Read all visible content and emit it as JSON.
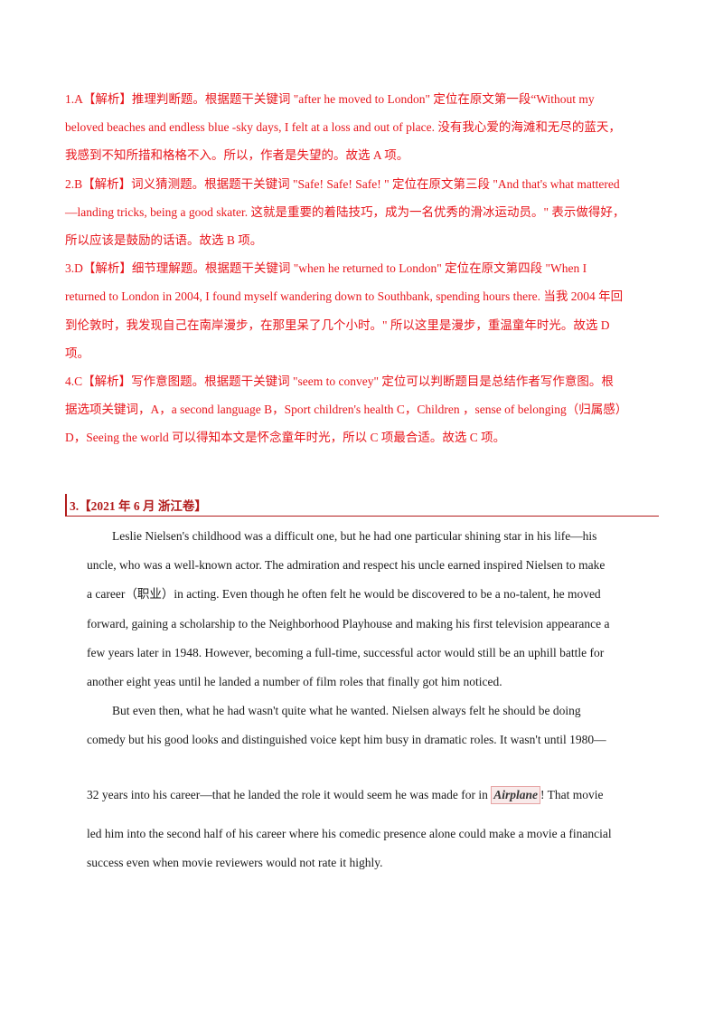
{
  "answers": [
    {
      "lines": [
        "1.A【解析】推理判断题。根据题干关键词 \"after he moved to London\" 定位在原文第一段“Without my",
        "beloved beaches and endless blue -sky days, I felt at a loss and out of place. 没有我心爱的海滩和无尽的蓝天，",
        "我感到不知所措和格格不入。所以，作者是失望的。故选 A 项。"
      ]
    },
    {
      "lines": [
        "2.B【解析】词义猜测题。根据题干关键词 \"Safe! Safe! Safe! \" 定位在原文第三段 \"And that's what mattered",
        "—landing tricks, being a good skater. 这就是重要的着陆技巧，成为一名优秀的滑冰运动员。\" 表示做得好，",
        "所以应该是鼓励的话语。故选 B 项。"
      ]
    },
    {
      "lines": [
        "3.D【解析】细节理解题。根据题干关键词 \"when he returned to London\" 定位在原文第四段 \"When I",
        "returned to London in 2004, I found myself wandering down to Southbank, spending hours there. 当我 2004 年回",
        "到伦敦时，我发现自己在南岸漫步，在那里呆了几个小时。\" 所以这里是漫步，重温童年时光。故选 D",
        "项。"
      ]
    },
    {
      "lines": [
        "4.C【解析】写作意图题。根据题干关键词 \"seem to convey\" 定位可以判断题目是总结作者写作意图。根",
        "据选项关键词，A，a second language B，Sport children's health C，Children ，sense of belonging（归属感）",
        "D，Seeing the world 可以得知本文是怀念童年时光，所以 C 项最合适。故选 C 项。"
      ]
    }
  ],
  "section": {
    "heading": "3.【2021 年 6 月 浙江卷】"
  },
  "passage": {
    "p1_lines": [
      "Leslie Nielsen's childhood was a difficult one, but he had one particular shining star in his life—his",
      "uncle, who was a well-known actor. The admiration and respect his uncle earned inspired Nielsen to make",
      "a career（职业）in acting. Even though he often felt he would be discovered to be a no-talent, he moved",
      "forward, gaining a scholarship to the Neighborhood Playhouse and making his first television appearance a",
      "few years later in 1948. However, becoming a full-time, successful actor would still be an uphill battle for",
      "another eight yeas until he landed a number of film roles that finally got him noticed."
    ],
    "p2_lines": [
      "But even then, what he had wasn't quite what he wanted. Nielsen always felt he should be doing",
      "comedy but his good looks and distinguished voice kept him busy in dramatic roles. It wasn't until 1980—"
    ],
    "p3_before": "32 years into his career—that he landed the role it would seem he was made for in ",
    "p3_title": "Airplane",
    "p3_after": "! That movie",
    "p3_rest": [
      "led him into the second half of his career where his comedic presence alone could make a movie a financial",
      "success even when movie reviewers would not rate it highly."
    ]
  }
}
